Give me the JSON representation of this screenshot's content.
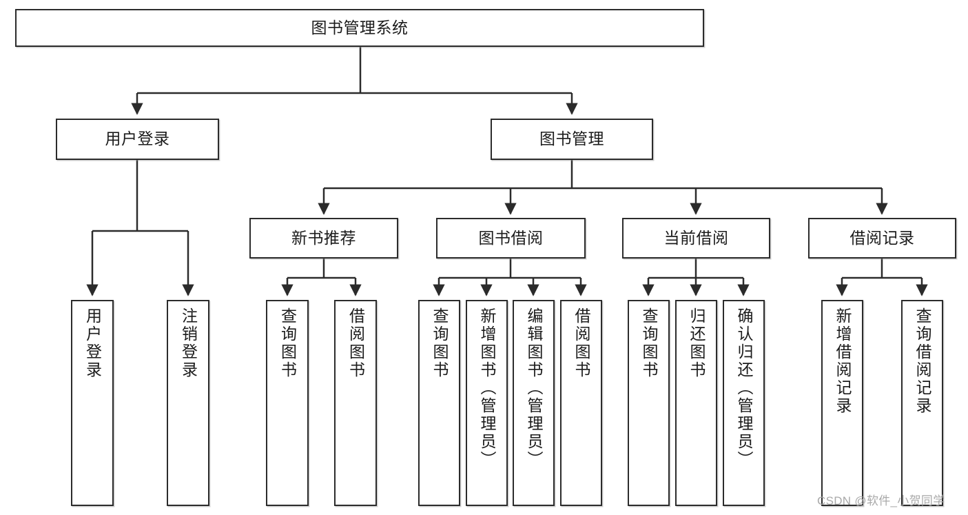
{
  "diagram": {
    "type": "tree",
    "title": "图书管理系统",
    "orientation": "top-down",
    "colors": {
      "node_border": "#2b2b2b",
      "node_fill": "#ffffff",
      "edge": "#2b2b2b",
      "text": "#1a1a1a",
      "watermark": "#a9a9a9",
      "background": "#ffffff"
    }
  },
  "nodes": {
    "root": {
      "id": "n0",
      "label": "图书管理系统",
      "level": 0,
      "text_direction": "horizontal"
    },
    "level1": [
      {
        "id": "n1",
        "label": "用户登录",
        "level": 1,
        "text_direction": "horizontal"
      },
      {
        "id": "n2",
        "label": "图书管理",
        "level": 1,
        "text_direction": "horizontal"
      }
    ],
    "level2": [
      {
        "id": "n3",
        "label": "新书推荐",
        "level": 2,
        "parent": "n2",
        "text_direction": "horizontal"
      },
      {
        "id": "n4",
        "label": "图书借阅",
        "level": 2,
        "parent": "n2",
        "text_direction": "horizontal"
      },
      {
        "id": "n5",
        "label": "当前借阅",
        "level": 2,
        "parent": "n2",
        "text_direction": "horizontal"
      },
      {
        "id": "n6",
        "label": "借阅记录",
        "level": 2,
        "parent": "n2",
        "text_direction": "horizontal"
      }
    ],
    "leaves": [
      {
        "id": "l1",
        "label": "用户登录",
        "parent": "n1",
        "text_direction": "vertical"
      },
      {
        "id": "l2",
        "label": "注销登录",
        "parent": "n1",
        "text_direction": "vertical"
      },
      {
        "id": "l3",
        "label": "查询图书",
        "parent": "n3",
        "text_direction": "vertical"
      },
      {
        "id": "l4",
        "label": "借阅图书",
        "parent": "n3",
        "text_direction": "vertical"
      },
      {
        "id": "l5",
        "label": "查询图书",
        "parent": "n4",
        "text_direction": "vertical"
      },
      {
        "id": "l6",
        "label": "新增图书（管理员）",
        "parent": "n4",
        "text_direction": "vertical"
      },
      {
        "id": "l7",
        "label": "编辑图书（管理员）",
        "parent": "n4",
        "text_direction": "vertical"
      },
      {
        "id": "l8",
        "label": "借阅图书",
        "parent": "n4",
        "text_direction": "vertical"
      },
      {
        "id": "l9",
        "label": "查询图书",
        "parent": "n5",
        "text_direction": "vertical"
      },
      {
        "id": "l10",
        "label": "归还图书",
        "parent": "n5",
        "text_direction": "vertical"
      },
      {
        "id": "l11",
        "label": "确认归还（管理员）",
        "parent": "n5",
        "text_direction": "vertical"
      },
      {
        "id": "l12",
        "label": "新增借阅记录",
        "parent": "n6",
        "text_direction": "vertical"
      },
      {
        "id": "l13",
        "label": "查询借阅记录",
        "parent": "n6",
        "text_direction": "vertical"
      }
    ]
  },
  "watermark": {
    "text": "CSDN @软件_小贺同学"
  }
}
